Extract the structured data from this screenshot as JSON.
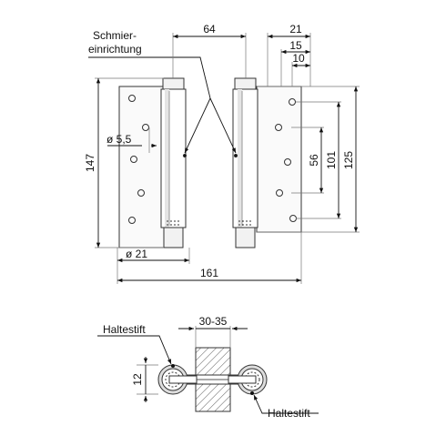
{
  "labels": {
    "grease_line1": "Schmier-",
    "grease_line2": "einrichtung",
    "dim_spacing": "64",
    "dim_21": "21",
    "dim_15": "15",
    "dim_10": "10",
    "dim_hole": "ø 5,5",
    "dim_height": "147",
    "dim_56": "56",
    "dim_101": "101",
    "dim_125": "125",
    "dim_barrel": "ø 21",
    "dim_width": "161",
    "dim_door": "30-35",
    "dim_12": "12",
    "pin_left": "Haltestift",
    "pin_right": "Haltestift"
  }
}
